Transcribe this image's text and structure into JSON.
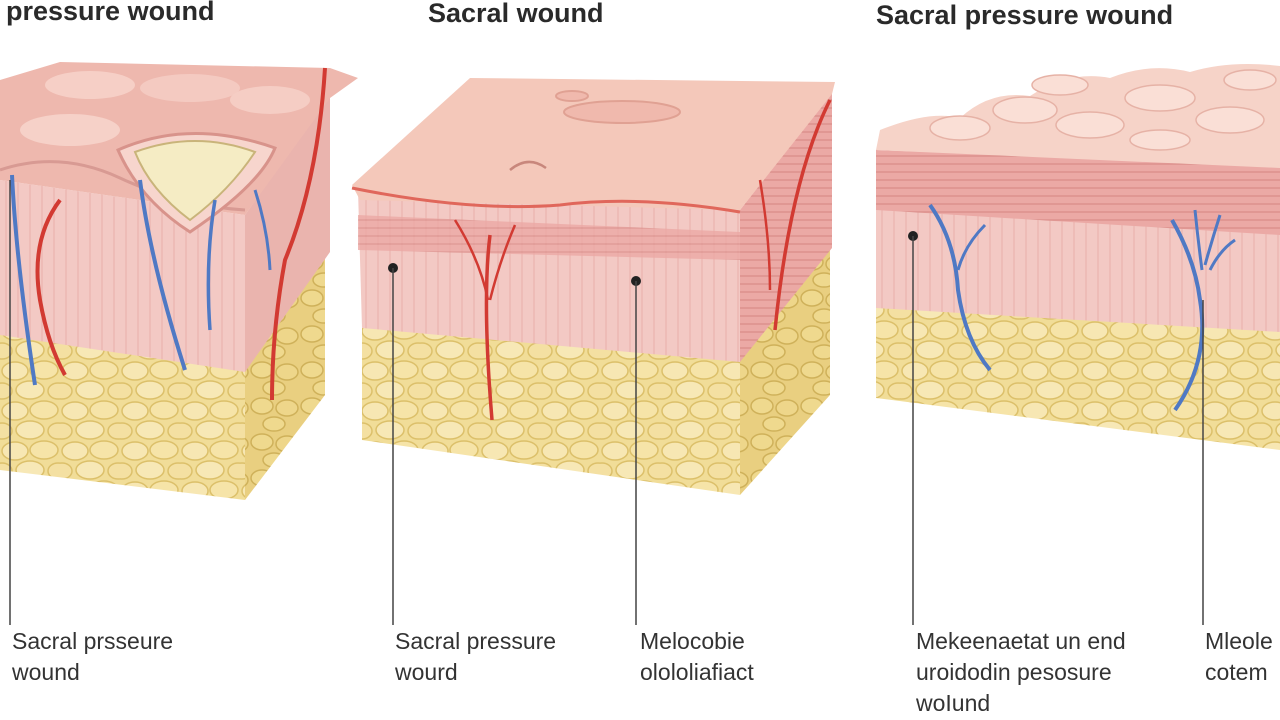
{
  "titles": {
    "left": "pressure wound",
    "middle": "Sacral wound",
    "right": "Sacral pressure wound"
  },
  "labels": {
    "l1": {
      "line1": "Sacral prsseure",
      "line2": "wound"
    },
    "l2": {
      "line1": "Sacral pressure",
      "line2": "wourd"
    },
    "l3": {
      "line1": "Melocobie",
      "line2": "olololiafiact"
    },
    "l4": {
      "line1": "Mekeenaetat un end",
      "line2": "uroidodin  pesosure",
      "line3": "woIund"
    },
    "l5": {
      "line1": "Mleole",
      "line2": "cotem"
    }
  },
  "colors": {
    "skin_top": "#f2c2b8",
    "dermis": "#f3cbc6",
    "fat": "#f0dc95",
    "artery": "#d23a32",
    "vein": "#4f79c4",
    "wound_bed": "#f5ecc4"
  }
}
